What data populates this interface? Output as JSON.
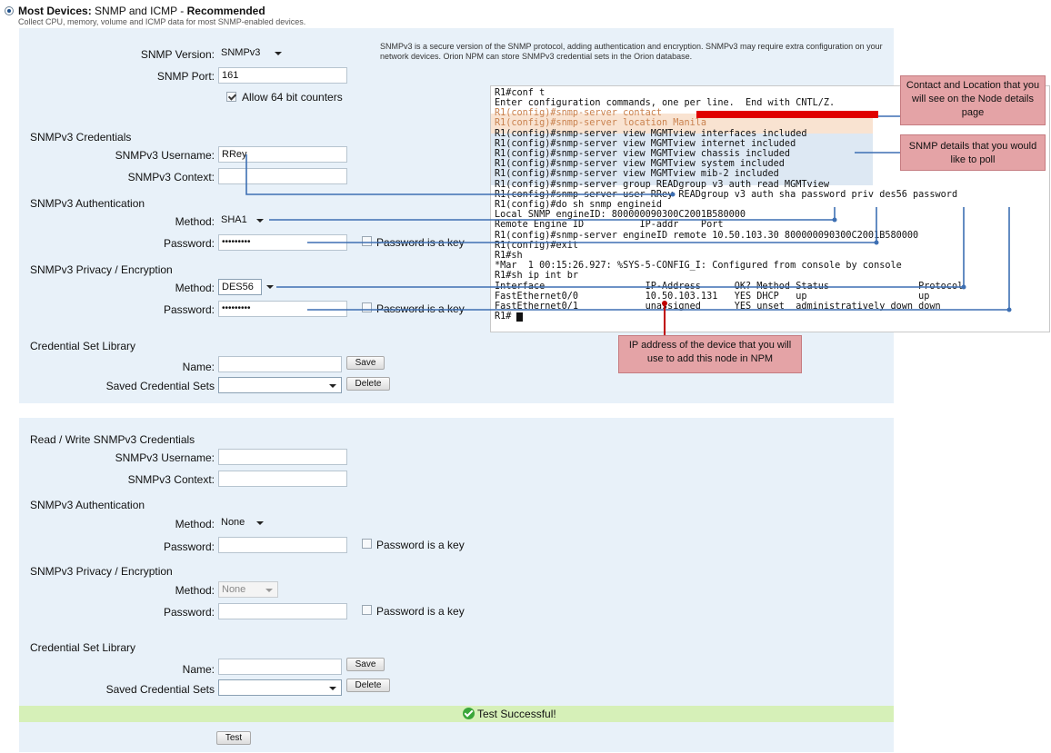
{
  "header": {
    "title_bold": "Most Devices:",
    "title_rest": " SNMP and ICMP - ",
    "title_recommended": "Recommended",
    "subtitle": "Collect CPU, memory, volume and ICMP data for most SNMP-enabled devices."
  },
  "snmp": {
    "version_label": "SNMP Version:",
    "version_value": "SNMPv3",
    "port_label": "SNMP Port:",
    "port_value": "161",
    "allow64_label": "Allow 64 bit counters",
    "info_text": "SNMPv3 is a secure version of the SNMP protocol, adding authentication and encryption. SNMPv3 may require extra configuration on your network devices. Orion NPM can store SNMPv3 credential sets in the Orion database."
  },
  "credentials": {
    "section": "SNMPv3 Credentials",
    "username_label": "SNMPv3 Username:",
    "username_value": "RRey",
    "context_label": "SNMPv3 Context:",
    "context_value": "",
    "auth_section": "SNMPv3 Authentication",
    "auth_method_label": "Method:",
    "auth_method_value": "SHA1",
    "auth_password_label": "Password:",
    "auth_password_value": "•••••••••",
    "password_key_label": "Password is a key",
    "priv_section": "SNMPv3 Privacy / Encryption",
    "priv_method_label": "Method:",
    "priv_method_value": "DES56",
    "priv_password_label": "Password:",
    "priv_password_value": "•••••••••",
    "library_section": "Credential Set Library",
    "name_label": "Name:",
    "saved_label": "Saved Credential Sets",
    "save_button": "Save",
    "delete_button": "Delete"
  },
  "rw_credentials": {
    "section": "Read / Write SNMPv3 Credentials",
    "username_label": "SNMPv3 Username:",
    "context_label": "SNMPv3 Context:",
    "auth_section": "SNMPv3 Authentication",
    "auth_method_label": "Method:",
    "auth_method_value": "None",
    "auth_password_label": "Password:",
    "password_key_label": "Password is a key",
    "priv_section": "SNMPv3 Privacy / Encryption",
    "priv_method_label": "Method:",
    "priv_method_value": "None",
    "priv_password_label": "Password:",
    "library_section": "Credential Set Library",
    "name_label": "Name:",
    "saved_label": "Saved Credential Sets",
    "save_button": "Save",
    "delete_button": "Delete"
  },
  "test": {
    "status": "Test Successful!",
    "button": "Test"
  },
  "terminal": {
    "lines": [
      "R1#conf t",
      "Enter configuration commands, one per line.  End with CNTL/Z.",
      "R1(config)#snmp-server contact",
      "R1(config)#snmp-server location Manila",
      "R1(config)#snmp-server view MGMTview interfaces included",
      "R1(config)#snmp-server view MGMTview internet included",
      "R1(config)#snmp-server view MGMTview chassis included",
      "R1(config)#snmp-server view MGMTview system included",
      "R1(config)#snmp-server view MGMTview mib-2 included",
      "R1(config)#snmp-server group READgroup v3 auth read MGMTview",
      "R1(config)#snmp-server user RRey READgroup v3 auth sha password priv des56 password",
      "R1(config)#do sh snmp engineid",
      "Local SNMP engineID: 800000090300C2001B580000",
      "Remote Engine ID          IP-addr    Port",
      "R1(config)#snmp-server engineID remote 10.50.103.30 800000090300C2001B580000",
      "R1(config)#exit",
      "R1#sh",
      "*Mar  1 00:15:26.927: %SYS-5-CONFIG_I: Configured from console by console",
      "R1#sh ip int br",
      "Interface                  IP-Address      OK? Method Status                Protocol",
      "FastEthernet0/0            10.50.103.131   YES DHCP   up                    up",
      "FastEthernet0/1            unassigned      YES unset  administratively down down",
      "R1#"
    ]
  },
  "callouts": {
    "contact": "Contact and Location that you will see on the Node details page",
    "snmp_details": "SNMP details that you would like to poll",
    "ip_address": "IP address of the device that you will use to add this node in NPM"
  },
  "colors": {
    "panel": "#e8f1f9",
    "success_bar": "#d6f0b8",
    "callout": "#e4a3a6",
    "connector": "#3d6fb3",
    "redaction": "#e00000"
  }
}
